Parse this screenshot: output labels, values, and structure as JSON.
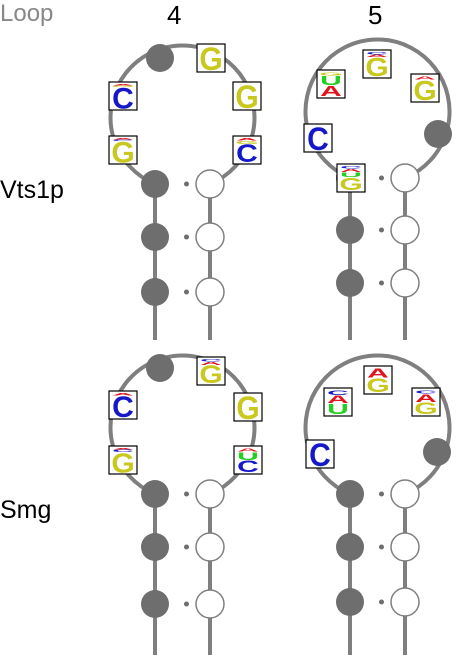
{
  "header": {
    "loop_label": "Loop",
    "columns": [
      "4",
      "5"
    ]
  },
  "rows": [
    "Vts1p",
    "Smg"
  ],
  "colors": {
    "stem_line": "#7f7f7f",
    "filled_node": "#6e6e6e",
    "open_node_fill": "#ffffff",
    "base_A": "#e0151d",
    "base_C": "#1518c8",
    "base_G": "#c8c81e",
    "base_U": "#22d022"
  },
  "panels": [
    {
      "row": "Vts1p",
      "loop": "4",
      "loop_positions": [
        {
          "stack": [
            {
              "base": "C",
              "weight": 0.9
            },
            {
              "base": "A",
              "weight": 0.05
            },
            {
              "base": "G",
              "weight": 0.05
            }
          ]
        },
        {
          "stack": [
            {
              "base": "G",
              "weight": 0.9
            },
            {
              "base": "A",
              "weight": 0.05
            },
            {
              "base": "C",
              "weight": 0.05
            }
          ]
        },
        {
          "filled": true
        },
        {
          "stack": [
            {
              "base": "G",
              "weight": 1.0
            }
          ]
        },
        {
          "stack": [
            {
              "base": "G",
              "weight": 1.0
            }
          ]
        },
        {
          "stack": [
            {
              "base": "C",
              "weight": 0.75
            },
            {
              "base": "A",
              "weight": 0.1
            },
            {
              "base": "G",
              "weight": 0.15
            }
          ]
        }
      ]
    },
    {
      "row": "Vts1p",
      "loop": "5",
      "loop_positions": [
        {
          "stack": [
            {
              "base": "G",
              "weight": 0.55
            },
            {
              "base": "A",
              "weight": 0.15
            },
            {
              "base": "C",
              "weight": 0.1
            },
            {
              "base": "U",
              "weight": 0.2
            }
          ]
        },
        {
          "stack": [
            {
              "base": "C",
              "weight": 1.0
            }
          ]
        },
        {
          "stack": [
            {
              "base": "A",
              "weight": 0.45
            },
            {
              "base": "U",
              "weight": 0.4
            },
            {
              "base": "G",
              "weight": 0.15
            }
          ]
        },
        {
          "stack": [
            {
              "base": "G",
              "weight": 0.8
            },
            {
              "base": "C",
              "weight": 0.1
            },
            {
              "base": "A",
              "weight": 0.1
            }
          ]
        },
        {
          "stack": [
            {
              "base": "G",
              "weight": 0.85
            },
            {
              "base": "A",
              "weight": 0.15
            }
          ]
        },
        {
          "filled": true
        }
      ]
    },
    {
      "row": "Smg",
      "loop": "4",
      "loop_positions": [
        {
          "stack": [
            {
              "base": "G",
              "weight": 0.85
            },
            {
              "base": "C",
              "weight": 0.1
            },
            {
              "base": "A",
              "weight": 0.05
            }
          ]
        },
        {
          "stack": [
            {
              "base": "C",
              "weight": 0.9
            },
            {
              "base": "A",
              "weight": 0.1
            }
          ]
        },
        {
          "filled": true
        },
        {
          "stack": [
            {
              "base": "G",
              "weight": 0.75
            },
            {
              "base": "C",
              "weight": 0.1
            },
            {
              "base": "A",
              "weight": 0.15
            }
          ]
        },
        {
          "stack": [
            {
              "base": "G",
              "weight": 1.0
            }
          ]
        },
        {
          "stack": [
            {
              "base": "C",
              "weight": 0.5
            },
            {
              "base": "U",
              "weight": 0.35
            },
            {
              "base": "A",
              "weight": 0.15
            }
          ]
        }
      ]
    },
    {
      "row": "Smg",
      "loop": "5",
      "loop_positions": [
        {
          "stack": [
            {
              "base": "C",
              "weight": 1.0
            }
          ]
        },
        {
          "stack": [
            {
              "base": "U",
              "weight": 0.45
            },
            {
              "base": "A",
              "weight": 0.35
            },
            {
              "base": "C",
              "weight": 0.2
            }
          ]
        },
        {
          "stack": [
            {
              "base": "G",
              "weight": 0.6
            },
            {
              "base": "A",
              "weight": 0.4
            }
          ]
        },
        {
          "stack": [
            {
              "base": "G",
              "weight": 0.5
            },
            {
              "base": "A",
              "weight": 0.35
            },
            {
              "base": "C",
              "weight": 0.15
            }
          ]
        },
        {
          "filled": true
        },
        {
          "filled": true,
          "hidden": true
        }
      ]
    }
  ]
}
